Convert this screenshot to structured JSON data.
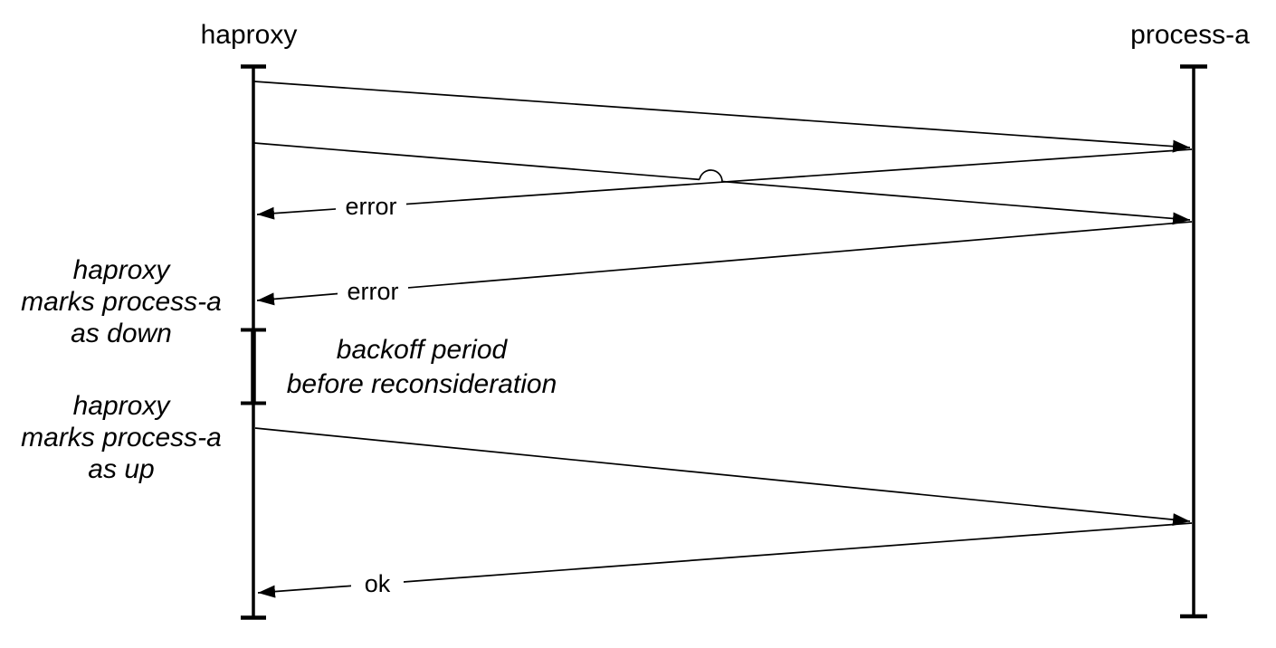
{
  "diagram": {
    "type": "sequence-diagram",
    "colors": {
      "background": "#ffffff",
      "line": "#000000",
      "text": "#000000"
    },
    "actors": [
      {
        "id": "haproxy",
        "label": "haproxy"
      },
      {
        "id": "process-a",
        "label": "process-a"
      }
    ],
    "messages": [
      {
        "from": "haproxy",
        "to": "process-a",
        "label": ""
      },
      {
        "from": "process-a",
        "to": "haproxy",
        "label": "error"
      },
      {
        "from": "haproxy",
        "to": "process-a",
        "label": ""
      },
      {
        "from": "process-a",
        "to": "haproxy",
        "label": "error"
      },
      {
        "from": "haproxy",
        "to": "process-a",
        "label": ""
      },
      {
        "from": "process-a",
        "to": "haproxy",
        "label": "ok"
      }
    ],
    "notes": [
      {
        "id": "marks-down",
        "lines": [
          "haproxy",
          "marks process-a",
          "as down"
        ]
      },
      {
        "id": "marks-up",
        "lines": [
          "haproxy",
          "marks process-a",
          "as up"
        ]
      },
      {
        "id": "backoff",
        "lines": [
          "backoff period",
          "before reconsideration"
        ]
      }
    ]
  }
}
